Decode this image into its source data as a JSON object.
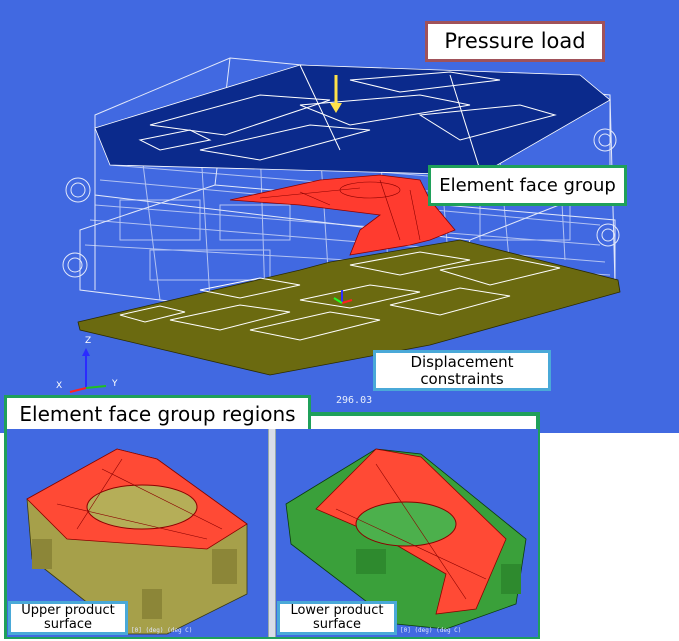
{
  "callouts": {
    "pressure_load": "Pressure load",
    "element_face_group": "Element face group",
    "displacement_line1": "Displacement",
    "displacement_line2": "constraints",
    "regions": "Element face group regions"
  },
  "viewport": {
    "coordinate_readout": "296.03",
    "axis_labels": {
      "z": "Z",
      "x": "X",
      "y": "Y"
    },
    "colors": {
      "background": "#4169e1",
      "pressure_surface": "#0b2a8c",
      "face_group": "#ff3b2f",
      "constraint_plate": "#6b6a10",
      "wireframe": "#ffffff"
    }
  },
  "panels": {
    "upper": {
      "label_line1": "Upper product",
      "label_line2": "surface",
      "status": "[0] (deg) (deg C)"
    },
    "lower": {
      "label_line1": "Lower product",
      "label_line2": "surface",
      "status": "[0] (deg) (deg C)"
    }
  }
}
